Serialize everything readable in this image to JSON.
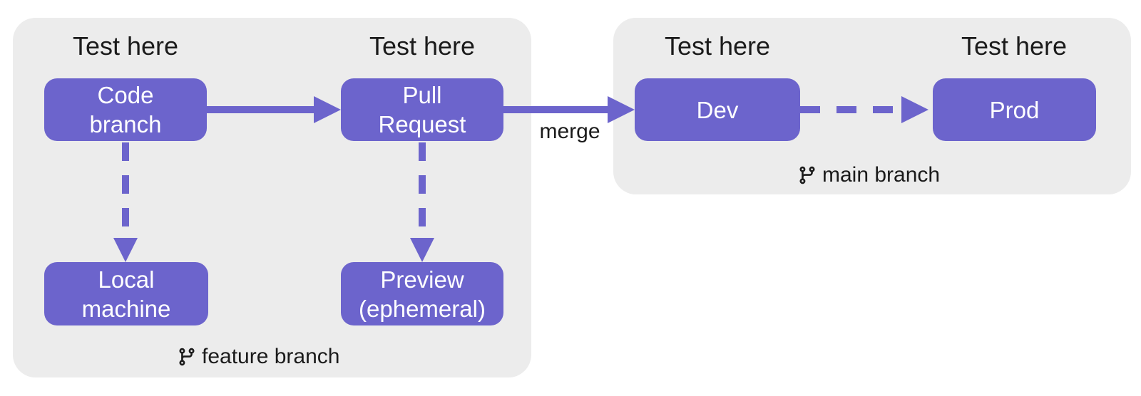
{
  "colors": {
    "accent": "#6c64cc",
    "group_bg": "#ececec",
    "text": "#1b1b1b",
    "node_text": "#ffffff"
  },
  "test_labels": [
    "Test here",
    "Test here",
    "Test here",
    "Test here"
  ],
  "nodes": {
    "code_branch": {
      "lines": [
        "Code",
        "branch"
      ]
    },
    "pull_request": {
      "lines": [
        "Pull",
        "Request"
      ]
    },
    "dev": {
      "lines": [
        "Dev"
      ]
    },
    "prod": {
      "lines": [
        "Prod"
      ]
    },
    "local_machine": {
      "lines": [
        "Local",
        "machine"
      ]
    },
    "preview": {
      "lines": [
        "Preview",
        "(ephemeral)"
      ]
    }
  },
  "edges": {
    "merge_label": "merge"
  },
  "groups": {
    "feature": {
      "label": "feature branch",
      "icon": "git-branch-icon"
    },
    "main": {
      "label": "main branch",
      "icon": "git-branch-icon"
    }
  }
}
